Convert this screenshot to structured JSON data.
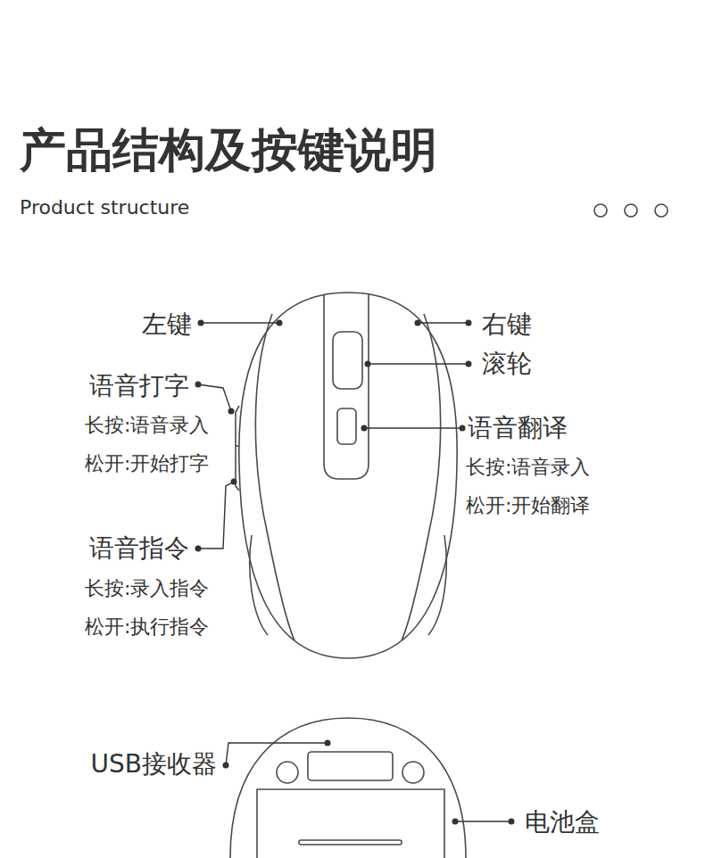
{
  "diagram": {
    "title": "产品结构及按键说明",
    "labels": [
      "Product structure",
      "左键",
      "右键",
      "滚轮",
      "语音打字",
      "长按:语音录入",
      "松开:开始打字",
      "语音翻译",
      "长按:语音录入",
      "松开:开始翻译",
      "语音指令",
      "长按:录入指令",
      "松开:执行指令",
      "USB接收器",
      "电池盒"
    ]
  }
}
